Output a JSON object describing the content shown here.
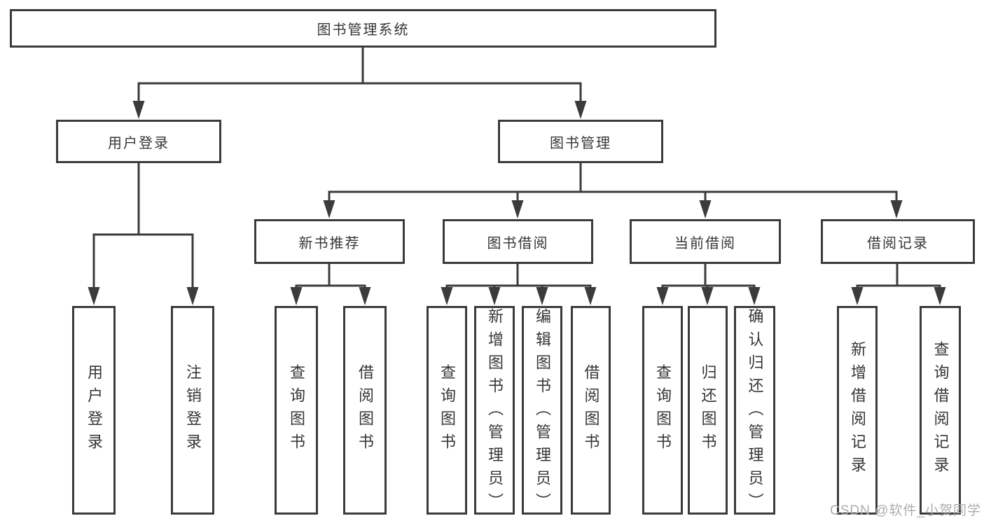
{
  "page": {
    "watermark": "CSDN @软件_小贺同学",
    "colors": {
      "line": "#3b3b3b",
      "text": "#363636",
      "background": "#ffffff",
      "watermark": "#a9adb4"
    }
  },
  "diagram": {
    "type": "hierarchy-tree",
    "root": {
      "label": "图书管理系统"
    },
    "branches": [
      {
        "label": "用户登录",
        "children": [
          {
            "label": "用户登录"
          },
          {
            "label": "注销登录"
          }
        ]
      },
      {
        "label": "图书管理",
        "children": [
          {
            "label": "新书推荐",
            "children": [
              {
                "label": "查询图书"
              },
              {
                "label": "借阅图书"
              }
            ]
          },
          {
            "label": "图书借阅",
            "children": [
              {
                "label": "查询图书"
              },
              {
                "label": "新增图书（管理员）"
              },
              {
                "label": "编辑图书（管理员）"
              },
              {
                "label": "借阅图书"
              }
            ]
          },
          {
            "label": "当前借阅",
            "children": [
              {
                "label": "查询图书"
              },
              {
                "label": "归还图书"
              },
              {
                "label": "确认归还（管理员）"
              }
            ]
          },
          {
            "label": "借阅记录",
            "children": [
              {
                "label": "新增借阅记录"
              },
              {
                "label": "查询借阅记录"
              }
            ]
          }
        ]
      }
    ]
  }
}
